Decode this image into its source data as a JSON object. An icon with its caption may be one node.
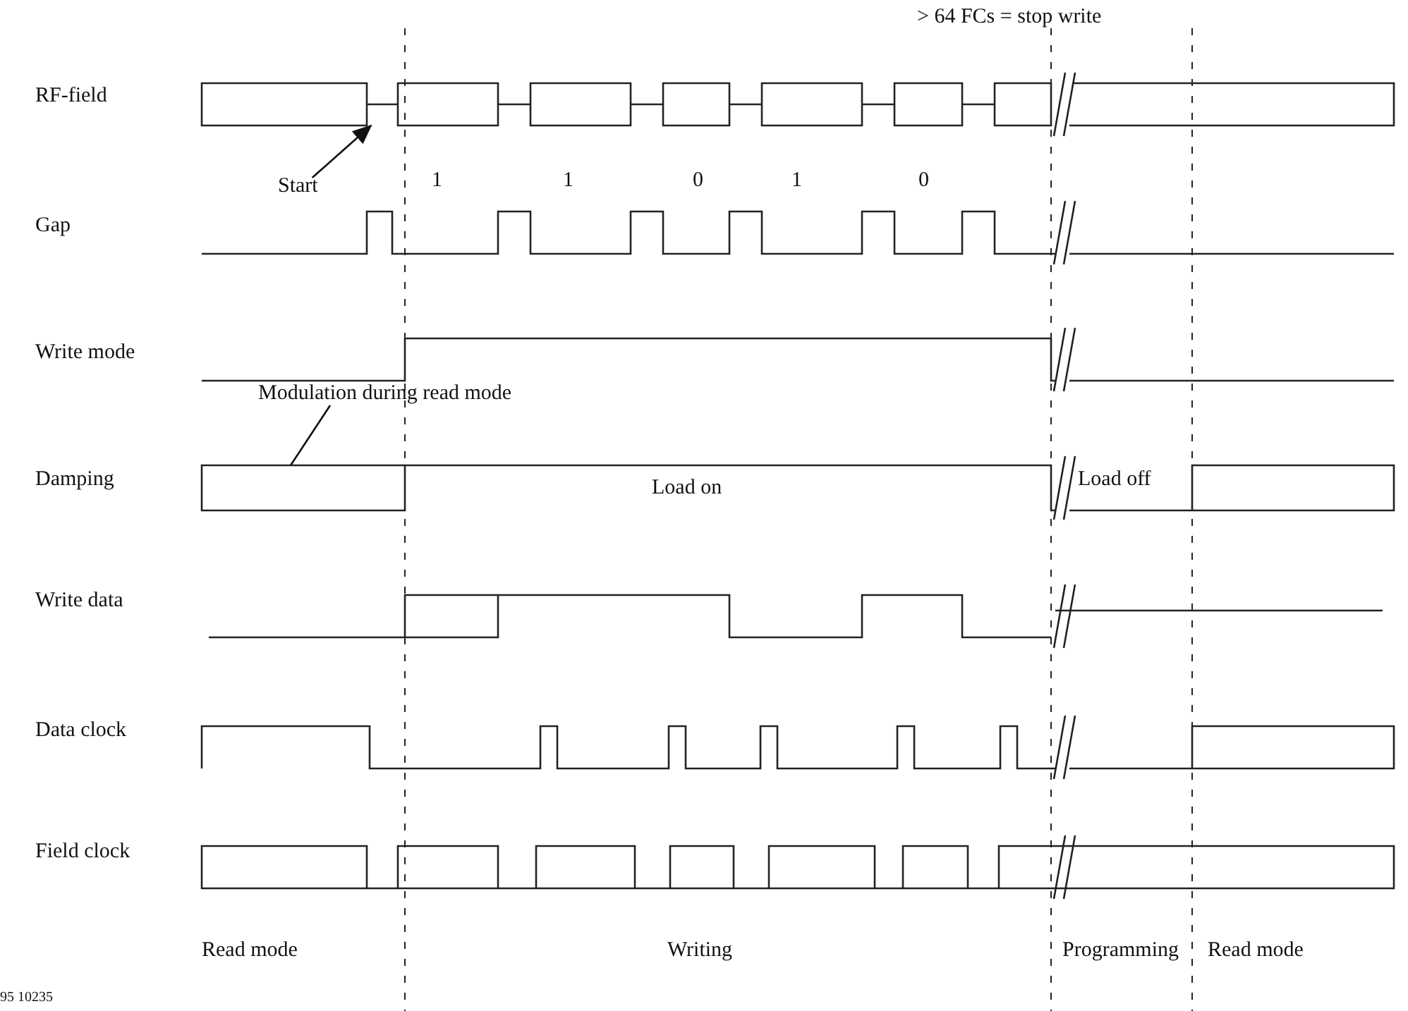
{
  "diagram": {
    "nodes": [
      {
        "text": [
          "Start"
        ]
      },
      {
        "text": [
          "Modulation during read mode"
        ]
      },
      {
        "text": [],
        "shape": "picture"
      },
      {
        "text": [],
        "shape": "picture"
      }
    ],
    "edges": [
      {
        "from": 0,
        "to": 2,
        "arrow": "to"
      },
      {
        "from": 1,
        "to": 3,
        "arrow": "none"
      }
    ],
    "labels": [
      "> 64 FCs = stop write",
      "RF-field",
      "1",
      "1",
      "0",
      "1",
      "0",
      "Gap",
      "Write mode",
      "Damping",
      "Load on",
      "Load off",
      "Write data",
      "Data clock",
      "Field clock",
      "Read mode",
      "Writing",
      "Programming",
      "Read mode",
      "95 10235"
    ]
  }
}
